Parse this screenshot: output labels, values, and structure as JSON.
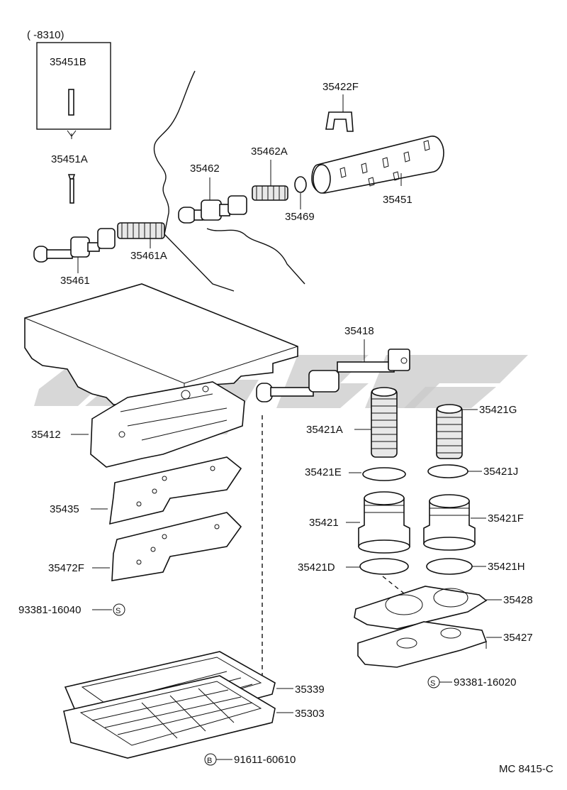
{
  "diagram": {
    "code": "MC 8415-C",
    "inset_range": "(      -8310)",
    "labels": {
      "p35451B": "35451B",
      "p35451A": "35451A",
      "p35422F": "35422F",
      "p35462A": "35462A",
      "p35462": "35462",
      "p35469": "35469",
      "p35451": "35451",
      "p35461A": "35461A",
      "p35461": "35461",
      "p35418": "35418",
      "p35421G": "35421G",
      "p35421A": "35421A",
      "p35412": "35412",
      "p35421E": "35421E",
      "p35421J": "35421J",
      "p35435": "35435",
      "p35421": "35421",
      "p35421F": "35421F",
      "p35472F": "35472F",
      "p35421D": "35421D",
      "p35421H": "35421H",
      "p35428": "35428",
      "p93381_16040": "93381-16040",
      "p35427": "35427",
      "p93381_16020": "93381-16020",
      "p35339": "35339",
      "p35303": "35303",
      "p91611_60610": "91611-60610"
    },
    "symbols": {
      "s": "S",
      "b": "B"
    }
  }
}
